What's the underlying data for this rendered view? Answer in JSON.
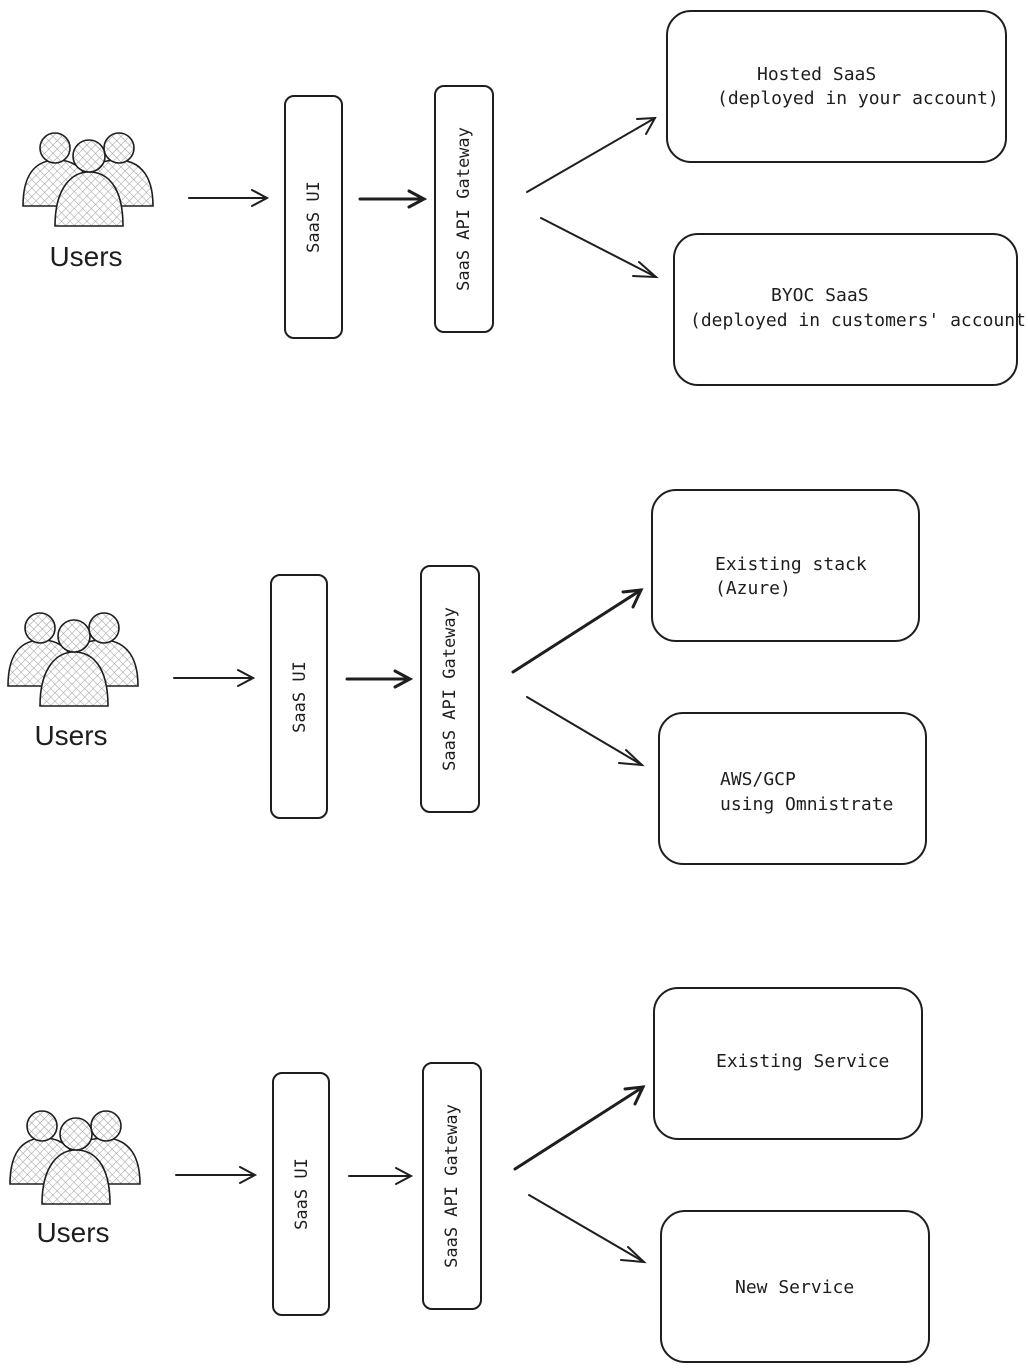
{
  "diagram": {
    "rows": [
      {
        "users_label": "Users",
        "ui_label": "SaaS UI",
        "gateway_label": "SaaS API Gateway",
        "targets": [
          {
            "lines": [
              "Hosted SaaS",
              "(deployed in your account)"
            ]
          },
          {
            "lines": [
              "BYOC SaaS",
              "(deployed in customers' account)"
            ]
          }
        ]
      },
      {
        "users_label": "Users",
        "ui_label": "SaaS UI",
        "gateway_label": "SaaS API Gateway",
        "targets": [
          {
            "lines": [
              "Existing stack",
              "(Azure)"
            ]
          },
          {
            "lines": [
              "AWS/GCP",
              "using Omnistrate"
            ]
          }
        ]
      },
      {
        "users_label": "Users",
        "ui_label": "SaaS UI",
        "gateway_label": "SaaS API Gateway",
        "targets": [
          {
            "lines": [
              "Existing Service"
            ]
          },
          {
            "lines": [
              "New Service"
            ]
          }
        ]
      }
    ]
  }
}
